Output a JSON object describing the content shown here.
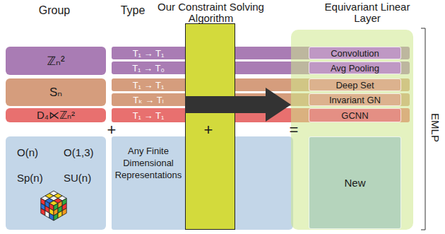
{
  "diagram": {
    "nodes": [
      {
        "text": [
          "Our Constraint Solving Algorithm"
        ]
      },
      {
        "text": [
          "Equivariant Linear Layer"
        ]
      },
      {
        "text": [
          "ℤₙ²"
        ]
      },
      {
        "text": [
          "T₁ → T₁"
        ]
      },
      {
        "text": [
          "T₁ → T₀"
        ]
      },
      {
        "text": [
          "Convolution"
        ],
        "in": 1
      },
      {
        "text": [
          "Avg Pooling"
        ],
        "in": 1
      },
      {
        "text": [
          "Sₙ"
        ]
      },
      {
        "text": [
          "T₁ → T₁"
        ]
      },
      {
        "text": [
          "Tₖ → Tₗ"
        ]
      },
      {
        "text": [
          "Deep Set"
        ],
        "in": 1
      },
      {
        "text": [
          "Invariant GN"
        ],
        "in": 1
      },
      {
        "text": [
          "D₄⋉ℤₙ²"
        ]
      },
      {
        "text": [
          "T₁ → T₁"
        ]
      },
      {
        "text": [
          "GCNN"
        ],
        "in": 1
      },
      {
        "text": [
          "O(n)",
          "O(1,3)",
          "Sp(n)",
          "SU(n)"
        ]
      },
      {
        "text": [
          "Any Finite Dimensional Representations"
        ]
      },
      {
        "text": [
          "New"
        ],
        "in": 1
      }
    ],
    "edges": [
      {
        "from": 0,
        "to": 1,
        "arrow": "to"
      }
    ],
    "labels": [
      "Group",
      "Type",
      "+",
      "+",
      "=",
      "EMLP"
    ]
  }
}
